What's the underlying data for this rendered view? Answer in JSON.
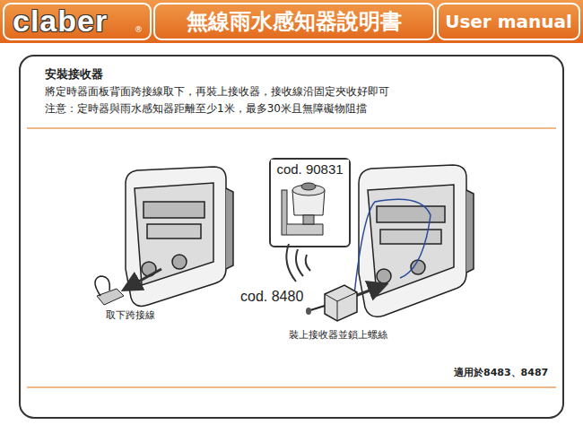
{
  "diagram": {
    "title": "無線雨水感知器說明書",
    "nodes": [
      {
        "text": [
          "cod. 90831"
        ]
      }
    ],
    "labels": [
      "claber",
      "®",
      "User manual",
      "安裝接收器",
      "將定時器面板背面跨接線取下，再裝上接收器，接收線沿固定夾收好即可",
      "注意：定時器與雨水感知器距離至少1米，最多30米且無障礙物阻擋",
      "取下跨接線",
      "cod. 8480",
      "裝上接收器並鎖上螺絲",
      "適用於8483、8487"
    ]
  }
}
